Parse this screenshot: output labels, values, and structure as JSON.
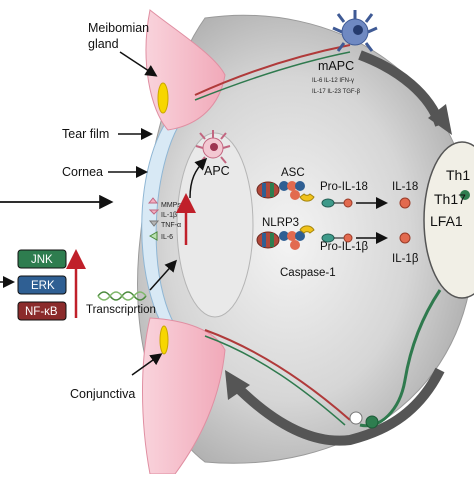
{
  "labels": {
    "meibomian_line1": "Meibomian",
    "meibomian_line2": "gland",
    "tear_film": "Tear film",
    "cornea": "Cornea",
    "conjunctiva": "Conjunctiva",
    "apc": "APC",
    "mapc": "mAPC",
    "asc": "ASC",
    "nlrp3": "NLRP3",
    "caspase1": "Caspase-1",
    "pro_il18": "Pro-IL-18",
    "pro_il1b": "Pro-IL-1β",
    "il18": "IL-18",
    "il1b": "IL-1β",
    "transcription": "Transcriprtion",
    "th1": "Th1",
    "th17": "Th17",
    "lfa1": "LFA1"
  },
  "kinases": [
    "JNK",
    "ERK",
    "NF-κB"
  ],
  "mapc_cytokines": {
    "row1": "IL-6  IL-12  IFN-γ",
    "row2": "IL-17  IL-23  TGF-β"
  },
  "mediators": [
    "MMPs",
    "IL-1β",
    "TNF-α",
    "IL-6"
  ],
  "colors": {
    "jnk": "#2e7d4f",
    "erk": "#2f5f93",
    "nfkb": "#8b2b2b",
    "arrow_red": "#c0202a",
    "eyeball": "#cfcfcf",
    "cornea": "#d8e9f5",
    "lid_pink": "#f4b8c6"
  }
}
